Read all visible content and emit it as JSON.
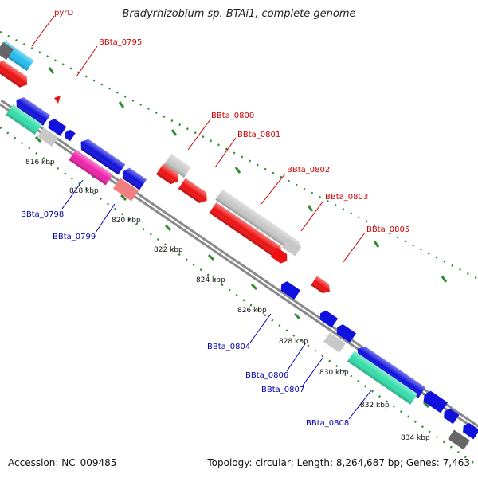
{
  "title": "Bradyrhizobium sp. BTAi1, complete genome",
  "accession": "Accession: NC_009485",
  "topology": "Topology: circular; Length: 8,264,687 bp; Genes: 7,463",
  "colors": {
    "backbone": "#8a8a8a",
    "tick": "#2e8b2e",
    "top_label": "#cc0000",
    "bottom_label": "#0000aa"
  },
  "scale_ticks": [
    "816 kbp",
    "818 kbp",
    "820 kbp",
    "822 kbp",
    "824 kbp",
    "826 kbp",
    "828 kbp",
    "830 kbp",
    "832 kbp",
    "834 kbp"
  ],
  "gene_labels_top": [
    "pyrD",
    "BBta_0795",
    "BBta_0800",
    "BBta_0801",
    "BBta_0802",
    "BBta_0803",
    "BBta_0805"
  ],
  "gene_labels_bottom": [
    "BBta_0798",
    "BBta_0799",
    "BBta_0804",
    "BBta_0806",
    "BBta_0807",
    "BBta_0808"
  ]
}
